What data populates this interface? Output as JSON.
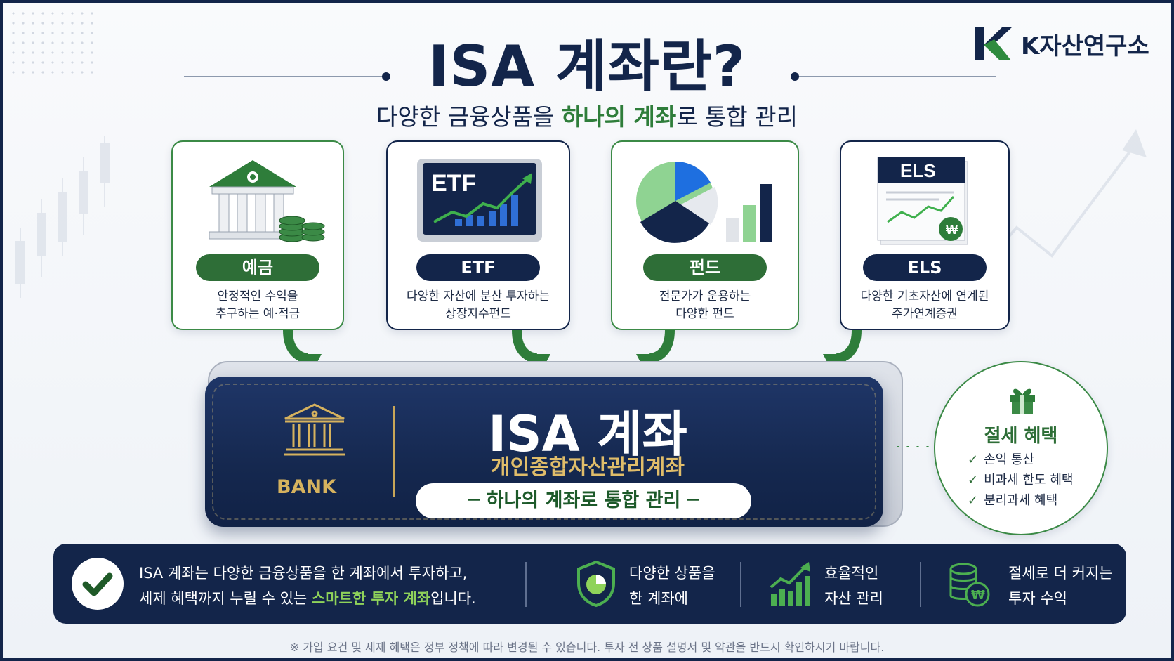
{
  "brand": {
    "name": "K자산연구소"
  },
  "header": {
    "title": "ISA 계좌란?",
    "subtitle_pre": "다양한 금융상품을 ",
    "subtitle_highlight": "하나의 계좌",
    "subtitle_post": "로 통합 관리"
  },
  "products": [
    {
      "label": "예금",
      "line1": "안정적인 수익을",
      "line2": "추구하는 예·적금",
      "icon": "bank-coins-icon"
    },
    {
      "label": "ETF",
      "line1": "다양한 자산에 분산 투자하는",
      "line2": "상장지수펀드",
      "icon": "etf-chart-icon",
      "screen_text": "ETF"
    },
    {
      "label": "펀드",
      "line1": "전문가가 운용하는",
      "line2": "다양한 펀드",
      "icon": "pie-bar-chart-icon"
    },
    {
      "label": "ELS",
      "line1": "다양한 기초자산에 연계된",
      "line2": "주가연계증권",
      "icon": "els-document-icon",
      "doc_text": "ELS",
      "seal_text": "₩"
    }
  ],
  "account": {
    "bank_label": "BANK",
    "title": "ISA 계좌",
    "subtitle": "개인종합자산관리계좌",
    "banner": "─  하나의 계좌로 통합 관리  ─"
  },
  "tax": {
    "title": "절세 혜택",
    "items": [
      "손익 통산",
      "비과세 한도 혜택",
      "분리과세 혜택"
    ]
  },
  "bottom": {
    "line1": "ISA 계좌는 다양한 금융상품을 한 계좌에서 투자하고,",
    "line2_pre": "세제 혜택까지 누릴 수 있는 ",
    "line2_highlight": "스마트한 투자 계좌",
    "line2_post": "입니다.",
    "features": [
      {
        "line1": "다양한 상품을",
        "line2": "한 계좌에",
        "icon": "shield-pie-icon"
      },
      {
        "line1": "효율적인",
        "line2": "자산 관리",
        "icon": "growth-chart-icon"
      },
      {
        "line1": "절세로 더 커지는",
        "line2": "투자 수익",
        "icon": "coin-stack-won-icon",
        "coin_symbol": "₩"
      }
    ]
  },
  "footnote": "※ 가입 요건 및 세제 혜택은 정부 정책에 따라 변경될 수 있습니다. 투자 전 상품 설명서 및 약관을 반드시 확인하시기 바랍니다.",
  "colors": {
    "navy": "#13254a",
    "green": "#2e6e37",
    "gold": "#d6b25e",
    "lime": "#8fd35a"
  }
}
